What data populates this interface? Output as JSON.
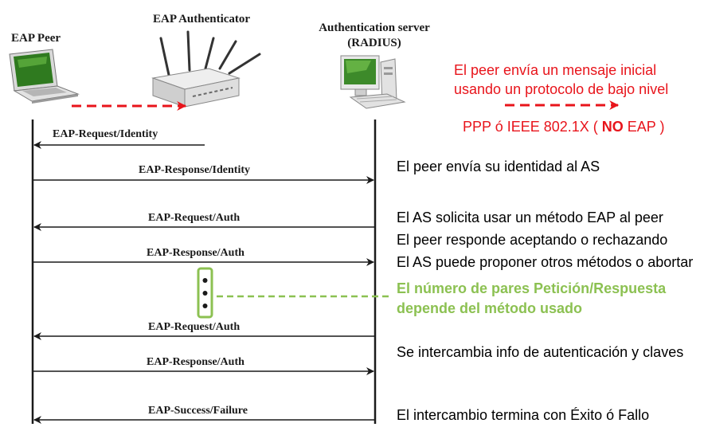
{
  "entities": {
    "peer": "EAP Peer",
    "authenticator": "EAP Authenticator",
    "server_line1": "Authentication server",
    "server_line2": "(RADIUS)"
  },
  "messages": [
    "EAP-Request/Identity",
    "EAP-Response/Identity",
    "EAP-Request/Auth",
    "EAP-Response/Auth",
    "EAP-Request/Auth",
    "EAP-Response/Auth",
    "EAP-Success/Failure"
  ],
  "notes": {
    "initial_line1": "El peer envía un mensaje inicial",
    "initial_line2": "usando un protocolo de bajo nivel",
    "ppp_prefix": "PPP ó IEEE 802.1X ( ",
    "ppp_bold": "NO",
    "ppp_suffix": " EAP )",
    "identity": "El peer envía su identidad al AS",
    "method_1": "El AS solicita usar un método EAP al peer",
    "method_2": "El peer responde aceptando o rechazando",
    "method_3": "El AS puede proponer otros métodos o abortar",
    "pairs_1": "El número de pares Petición/Respuesta",
    "pairs_2": "depende del método usado",
    "keys": "Se intercambia info de autenticación y claves",
    "end": "El intercambio termina con Éxito ó Fallo"
  },
  "colors": {
    "red": "#e8141b",
    "green": "#8cc152",
    "line": "#1a1a1a"
  }
}
